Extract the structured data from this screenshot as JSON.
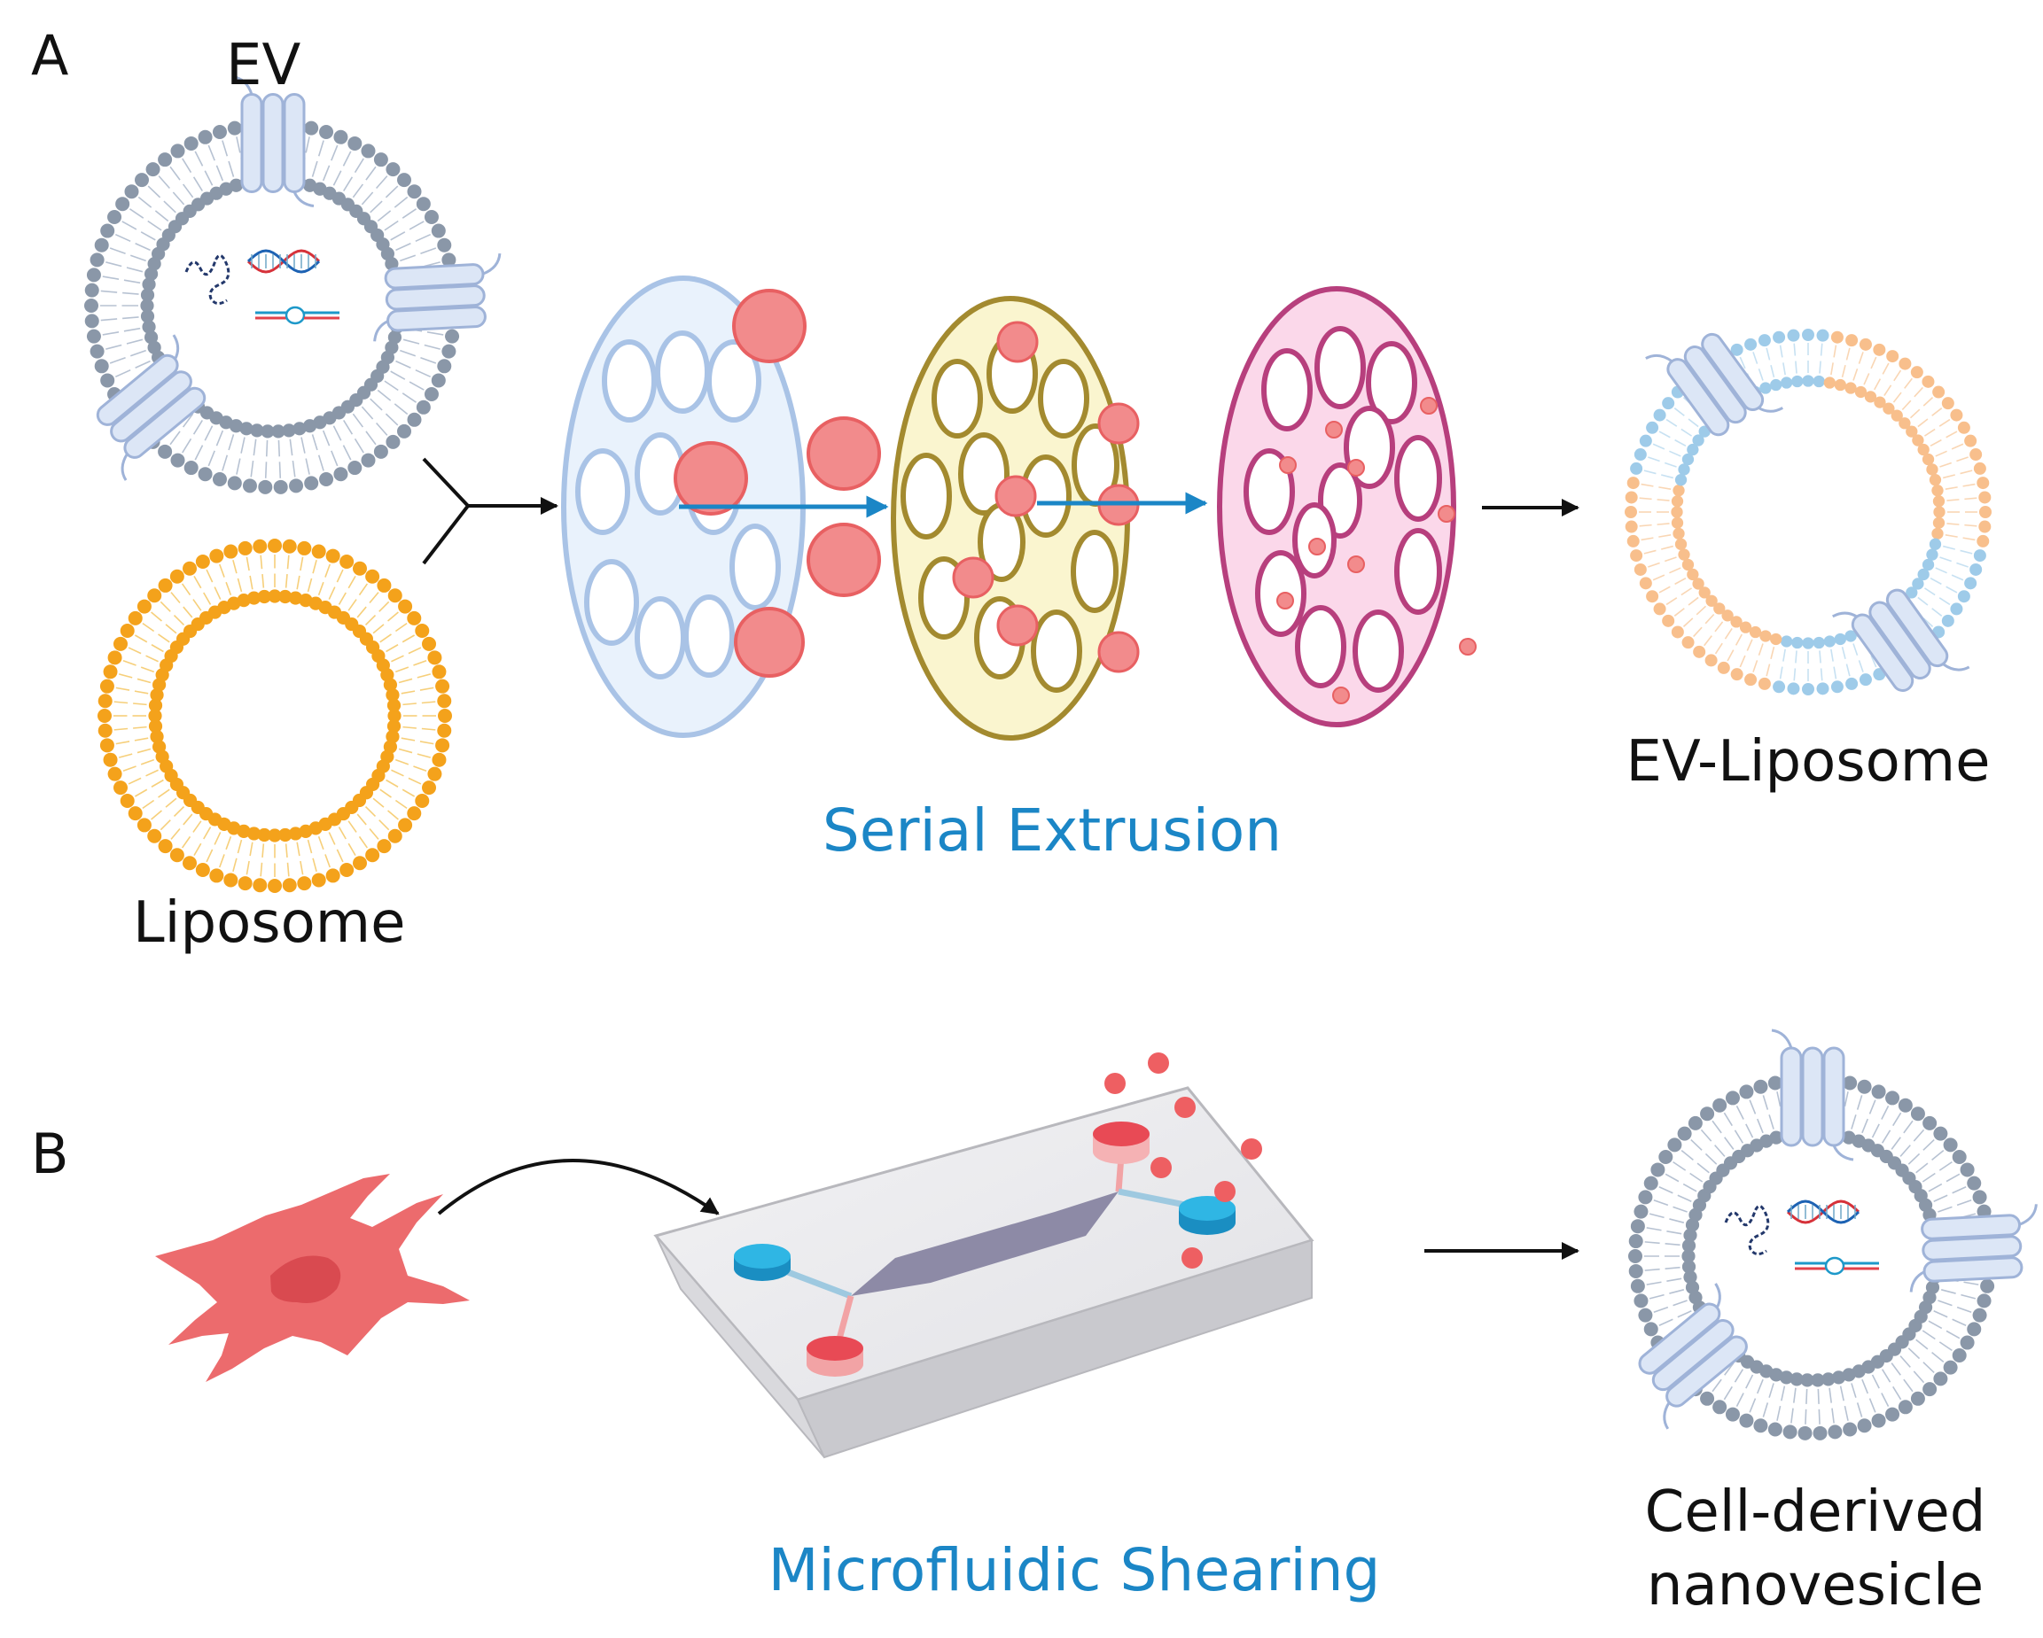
{
  "panels": {
    "a": {
      "letter": "A",
      "ev_label": "EV",
      "liposome_label": "Liposome",
      "process_label": "Serial Extrusion",
      "product_label": "EV-Liposome"
    },
    "b": {
      "letter": "B",
      "process_label": "Microfluidic Shearing",
      "product_label_line1": "Cell-derived",
      "product_label_line2": "nanovesicle"
    }
  },
  "colors": {
    "process_text": "#1b86c6",
    "ev_membrane": "#8a97a8",
    "ev_protein": "#b9c9e6",
    "liposome_membrane": "#f4a21b",
    "filter_1": "#a9c3e6",
    "filter_2": "#a38a2f",
    "filter_3": "#b73f7d",
    "particle": "#ee6e70",
    "cell": "#ec6b6d",
    "chip_port_blue": "#1aa5d6"
  },
  "icons": [
    "ev-vesicle-icon",
    "liposome-icon",
    "membrane-filter-icon",
    "hybrid-vesicle-icon",
    "cell-icon",
    "microfluidic-chip-icon",
    "dna-icon",
    "rna-icon"
  ]
}
